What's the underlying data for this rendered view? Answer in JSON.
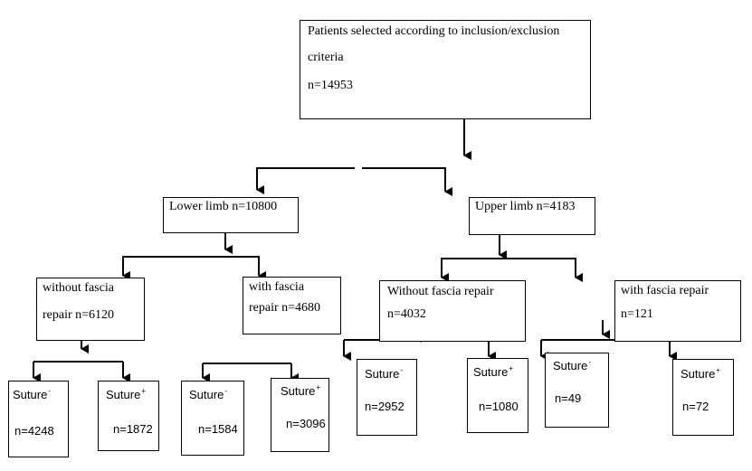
{
  "nodes": {
    "root": {
      "line1": "Patients selected according to inclusion/exclusion",
      "line2": "criteria",
      "n": "n=14953"
    },
    "lower": {
      "label": "Lower limb n=10800"
    },
    "upper": {
      "label": "Upper limb n=4183"
    },
    "lower_nofas": {
      "line1": "without fascia",
      "line2": "repair n=6120"
    },
    "lower_fas": {
      "line1": "with fascia",
      "line2": "repair n=4680"
    },
    "upper_nofas": {
      "line1": "Without fascia repair",
      "line2": "n=4032"
    },
    "upper_fas": {
      "line1": "with fascia repair",
      "line2": "n=121"
    },
    "leaf_1": {
      "label": "Suture",
      "sign": "-",
      "n": "n=4248"
    },
    "leaf_2": {
      "label": "Suture",
      "sign": "+",
      "n": "n=1872"
    },
    "leaf_3": {
      "label": "Suture",
      "sign": "-",
      "n": "n=1584"
    },
    "leaf_4": {
      "label": "Suture",
      "sign": "+",
      "n": "n=3096"
    },
    "leaf_5": {
      "label": "Suture",
      "sign": "-",
      "n": "n=2952"
    },
    "leaf_6": {
      "label": "Suture",
      "sign": "+",
      "n": "n=1080"
    },
    "leaf_7": {
      "label": "Suture",
      "sign": "-",
      "n": "n=49"
    },
    "leaf_8": {
      "label": "Suture",
      "sign": "+",
      "n": "n=72"
    }
  }
}
